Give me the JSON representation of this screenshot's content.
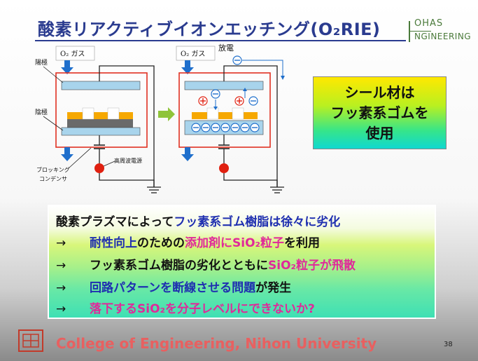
{
  "title": "酸素リアクティブイオンエッチング(O₂RIE)",
  "logo": {
    "line1": "OHAS",
    "line2": "NGINEERING"
  },
  "diagram": {
    "left": {
      "gas_label": "O₂ ガス",
      "anode_label": "陽極",
      "cathode_label": "陰極",
      "rf_label": "高周波電源",
      "capacitor_label_1": "ブロッキング",
      "capacitor_label_2": "コンデンサ"
    },
    "right": {
      "gas_label": "O₂ ガス",
      "discharge_label": "放電"
    },
    "colors": {
      "plate": "#a8d4ec",
      "chamber": "#e03020",
      "sample": "#f6a800",
      "gray": "#6a6a6a",
      "arrow": "#1f6fcc",
      "green": "#8fc43a",
      "source": "#e02010"
    }
  },
  "seal_box": {
    "line1": "シール材は",
    "line2": "フッ素系ゴムを",
    "line3": "使用"
  },
  "info": {
    "l1a": "酸素プラズマによって",
    "l1b": "フッ素系ゴム樹脂は徐々に劣化",
    "arrow": "→",
    "l2a": "耐性向上",
    "l2b": "のための",
    "l2c": "添加剤にSiO₂粒子",
    "l2d": "を利用",
    "l3a": "フッ素系ゴム樹脂の劣化とともに",
    "l3b": "SiO₂粒子が飛散",
    "l4a": "回路パターンを断線させる問題",
    "l4b": "が発生",
    "l5": "落下するSiO₂を分子レベルにできないか?"
  },
  "footer": "College of Engineering, Nihon University",
  "page_number": "38"
}
